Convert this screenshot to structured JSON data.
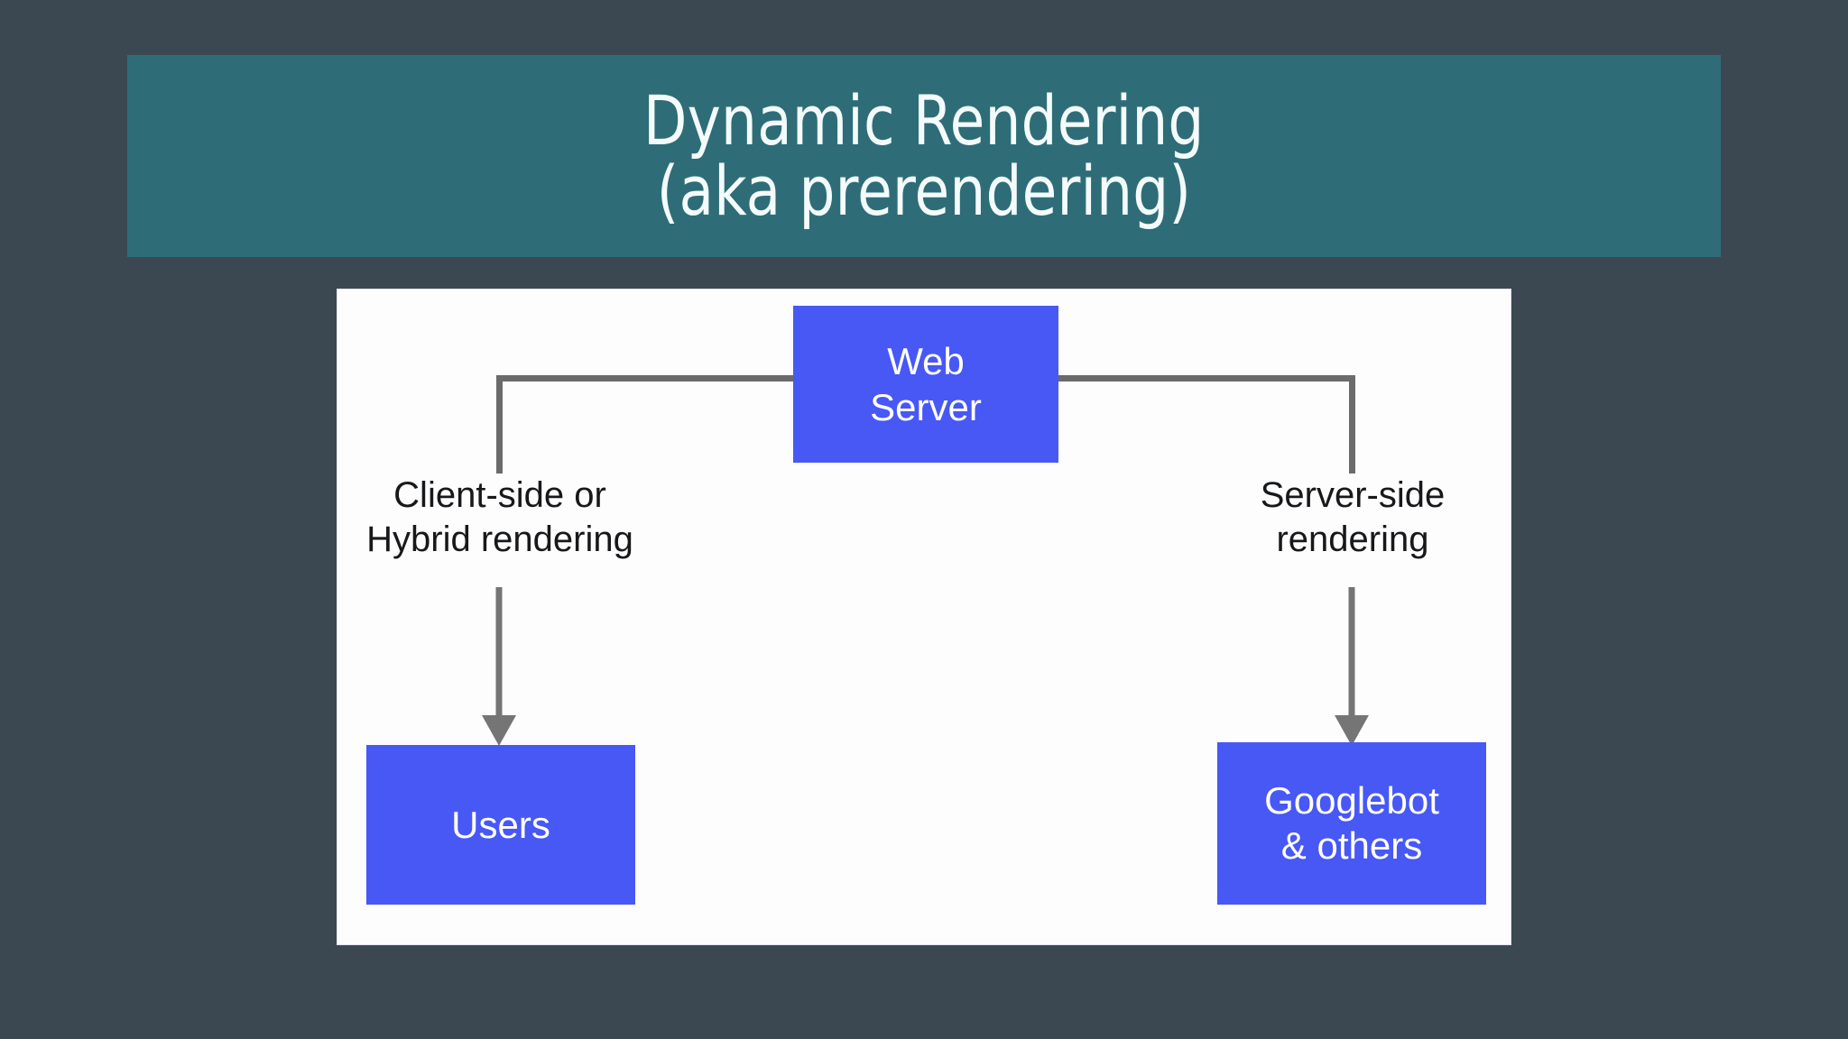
{
  "slide": {
    "background_color": "#3b4851",
    "title": {
      "banner_color": "#2e6d77",
      "text_color": "#f4fbfb",
      "line1": "Dynamic Rendering",
      "line2": "(aka prerendering)"
    }
  },
  "diagram": {
    "panel_background": "#fdfdfe",
    "node_color": "#4758f5",
    "connector_color": "#6b6b6b",
    "arrow_color": "#757575",
    "label_color": "#17181a",
    "nodes": {
      "web_server": {
        "line1": "Web",
        "line2": "Server"
      },
      "users": {
        "line1": "Users"
      },
      "googlebot": {
        "line1": "Googlebot",
        "line2": "& others"
      }
    },
    "labels": {
      "left": {
        "line1": "Client-side or",
        "line2": "Hybrid rendering"
      },
      "right": {
        "line1": "Server-side",
        "line2": "rendering"
      }
    }
  }
}
